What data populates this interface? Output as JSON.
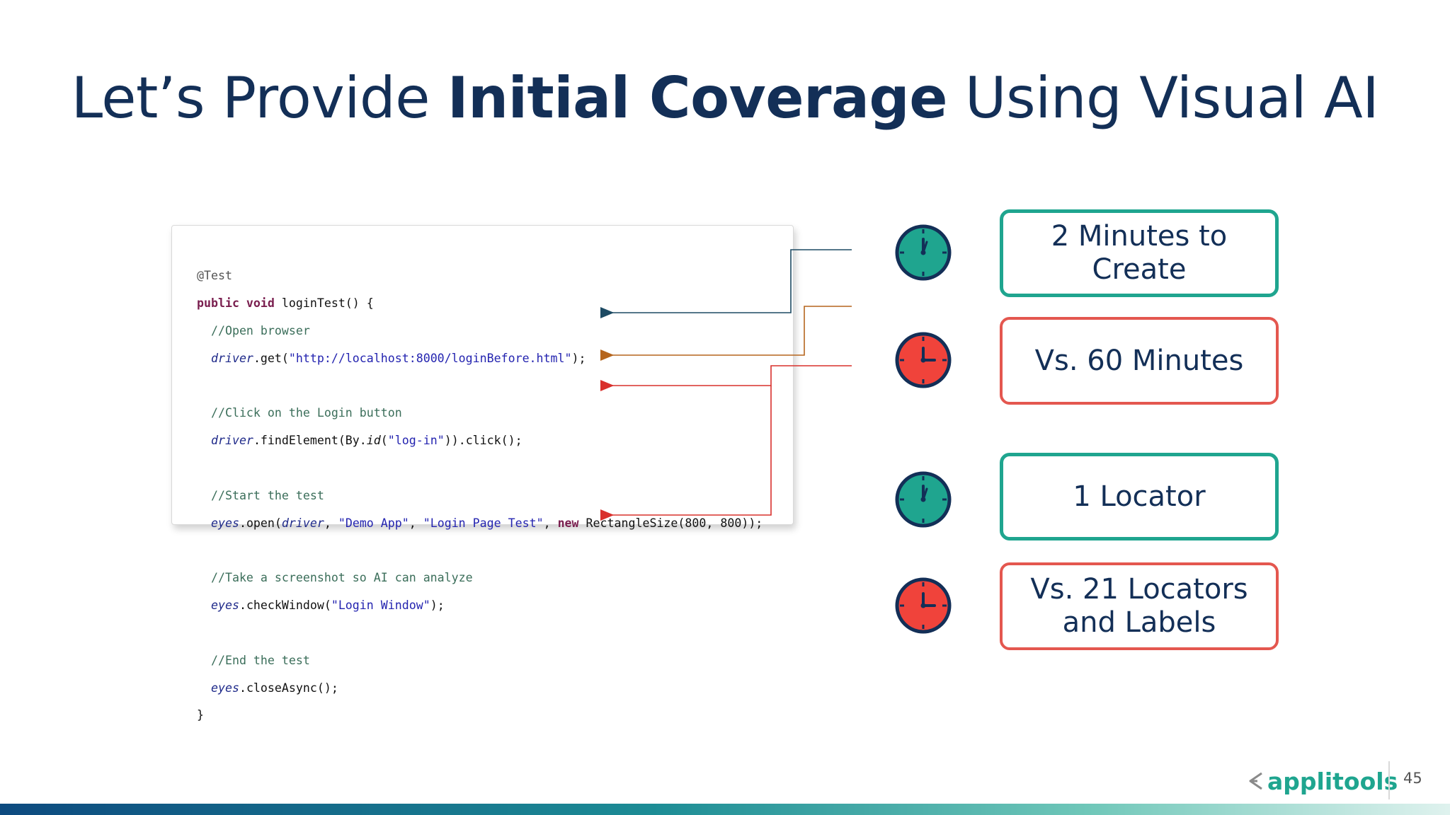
{
  "title": {
    "part1": "Let’s Provide ",
    "bold": "Initial Coverage",
    "part2": " Using Visual AI"
  },
  "code": {
    "l1": "@Test",
    "l2_kw": "public void",
    "l2_rest": " loginTest() {",
    "l3": "  //Open browser",
    "l4_obj": "  driver",
    "l4_a": ".get(",
    "l4_str": "\"http://localhost:8000/loginBefore.html\"",
    "l4_b": ");",
    "l6": "  //Click on the Login button",
    "l7_obj": "  driver",
    "l7_a": ".findElement(By.",
    "l7_id": "id",
    "l7_b": "(",
    "l7_str": "\"log-in\"",
    "l7_c": ")).click();",
    "l9": "  //Start the test",
    "l10_obj": "  eyes",
    "l10_a": ".open(",
    "l10_drv": "driver",
    "l10_b": ", ",
    "l10_s1": "\"Demo App\"",
    "l10_c": ", ",
    "l10_s2": "\"Login Page Test\"",
    "l10_d": ", ",
    "l10_kw": "new",
    "l10_e": " RectangleSize(800, 800));",
    "l12": "  //Take a screenshot so AI can analyze",
    "l13_obj": "  eyes",
    "l13_a": ".checkWindow(",
    "l13_str": "\"Login Window\"",
    "l13_b": ");",
    "l15": "  //End the test",
    "l16_obj": "  eyes",
    "l16_a": ".closeAsync();",
    "l17": "}"
  },
  "cards": {
    "c1": "2 Minutes to Create",
    "c2": "Vs. 60 Minutes",
    "c3": "1 Locator",
    "c4_line1": "Vs. 21 Locators",
    "c4_line2": "and Labels"
  },
  "icons": {
    "clock1": "clock-icon",
    "clock2": "clock-icon",
    "clock3": "clock-icon",
    "clock4": "clock-icon",
    "brand_mark": "applitools-logo-icon"
  },
  "colors": {
    "navy": "#132f57",
    "teal": "#1fa58f",
    "red": "#e4574f",
    "arrow_blue": "#1d4a63",
    "arrow_orange": "#b5651d",
    "arrow_red": "#d9302c"
  },
  "footer": {
    "logo": "applitools",
    "slide_number": "45"
  }
}
